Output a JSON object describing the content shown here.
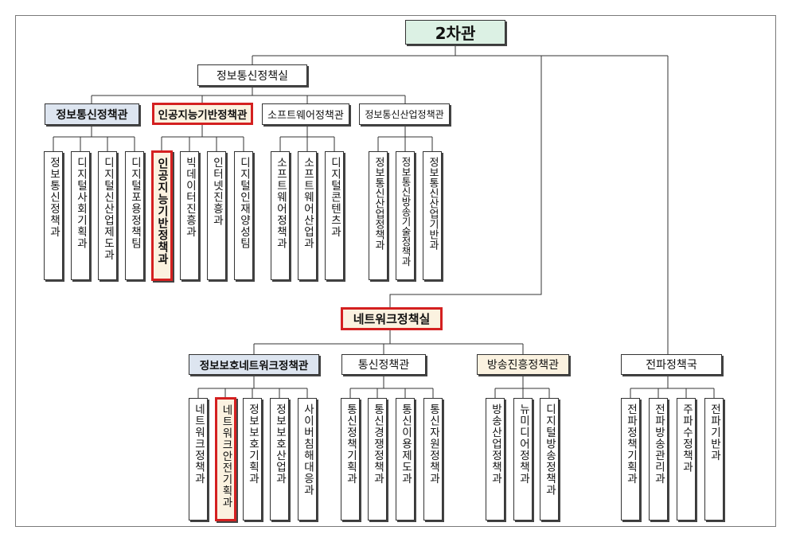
{
  "top": "2차관",
  "divisions": {
    "ict_policy": {
      "name": "정보통신정책실",
      "bureaus": [
        {
          "name": "정보통신정책관",
          "teams": [
            "정보통신정책과",
            "디지털사회기획과",
            "디지털신산업제도과",
            "디지털포용정책팀"
          ]
        },
        {
          "name": "인공지능기반정책관",
          "teams": [
            "인공지능기반정책과",
            "빅데이터진흥과",
            "인터넷진흥과",
            "디지털인재양성팀"
          ]
        },
        {
          "name": "소프트웨어정책관",
          "teams": [
            "소프트웨어정책과",
            "소프트웨어산업과",
            "디지털콘텐츠과"
          ]
        },
        {
          "name": "정보통신산업정책관",
          "teams": [
            "정보통신산업정책과",
            "정보통신방송기술정책과",
            "정보통신산업기반과"
          ]
        }
      ]
    },
    "network_policy": {
      "name": "네트워크정책실",
      "bureaus": [
        {
          "name": "정보보호네트워크정책관",
          "teams": [
            "네트워크정책과",
            "네트워크안전기획과",
            "정보보호기획과",
            "정보보호산업과",
            "사이버침해대응과"
          ]
        },
        {
          "name": "통신정책관",
          "teams": [
            "통신정책기획과",
            "통신경쟁정책과",
            "통신이용제도과",
            "통신자원정책과"
          ]
        },
        {
          "name": "방송진흥정책관",
          "teams": [
            "방송산업정책과",
            "뉴미디어정책과",
            "디지털방송정책과"
          ]
        }
      ]
    },
    "radio_policy": {
      "name": "전파정책국",
      "teams": [
        "전파정책기획과",
        "전파방송관리과",
        "주파수정책과",
        "전파기반과"
      ]
    }
  },
  "colors": {
    "highlight": "#d42020",
    "top_fill": "#dcf1e4",
    "blue_fill": "#dde5f0",
    "cream_fill": "#fbf2e0",
    "line": "#333333"
  }
}
